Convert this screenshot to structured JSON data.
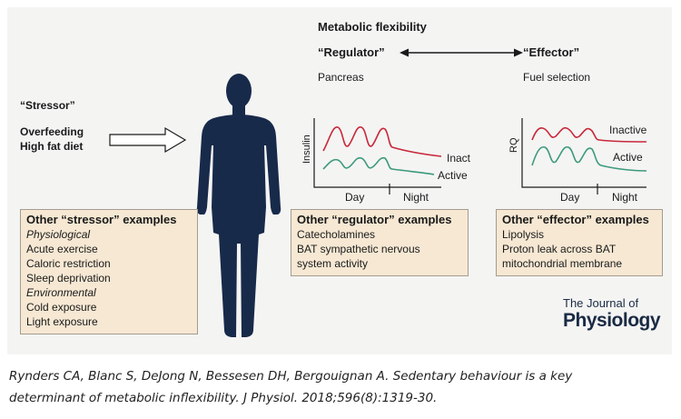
{
  "header": {
    "metabolic_flexibility": "Metabolic flexibility",
    "regulator": "“Regulator”",
    "effector": "“Effector”"
  },
  "stressor": {
    "title": "“Stressor”",
    "line1": "Overfeeding",
    "line2": "High fat diet"
  },
  "regulator_chart": {
    "subtitle": "Pancreas",
    "ylabel": "Insulin",
    "xlabels": [
      "Day",
      "Night"
    ],
    "series_labels": [
      "Inactive",
      "Active"
    ]
  },
  "effector_chart": {
    "subtitle": "Fuel selection",
    "ylabel": "RQ",
    "xlabels": [
      "Day",
      "Night"
    ],
    "series_labels": [
      "Inactive",
      "Active"
    ]
  },
  "boxes": {
    "stressor": {
      "heading": "Other “stressor” examples",
      "items": [
        "Physiological",
        "Acute exercise",
        "Caloric restriction",
        "Sleep deprivation",
        "Environmental",
        "Cold exposure",
        "Light exposure"
      ]
    },
    "regulator": {
      "heading": "Other “regulator” examples",
      "items": [
        "Catecholamines",
        "BAT sympathetic nervous",
        "system activity"
      ]
    },
    "effector": {
      "heading": "Other “effector” examples",
      "items": [
        "Lipolysis",
        "Proton leak across BAT",
        "mitochondrial membrane"
      ]
    }
  },
  "journal": {
    "line1": "The Journal of",
    "line2": "Physiology"
  },
  "citation": {
    "line1": "Rynders CA, Blanc S, DeJong N, Bessesen DH, Bergouignan A. Sedentary behaviour is a key",
    "line2": "determinant of metabolic inflexibility. J Physiol. 2018;596(8):1319-30."
  },
  "colors": {
    "inactive": "#c8283a",
    "active": "#3d9a7c",
    "silhouette": "#182a4a",
    "box_fill": "#f6e8d3"
  }
}
